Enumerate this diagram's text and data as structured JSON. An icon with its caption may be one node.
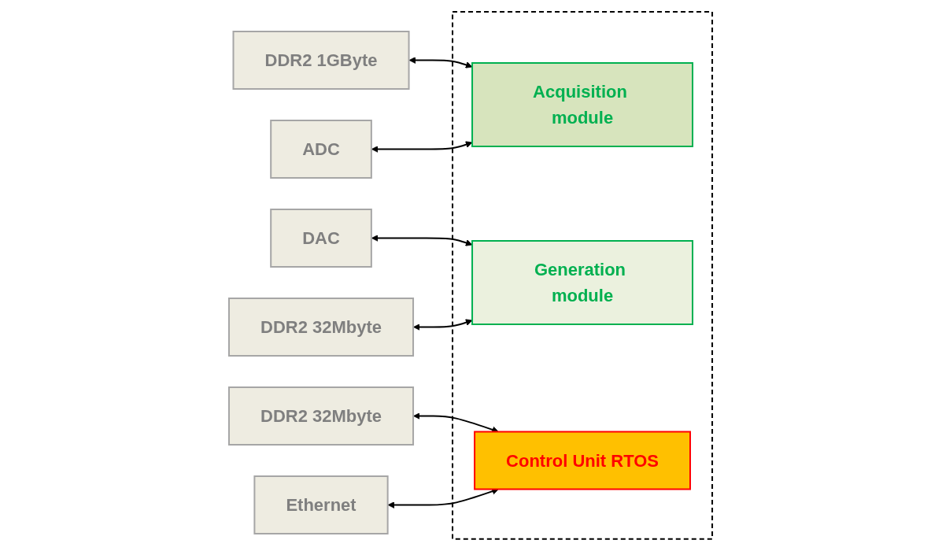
{
  "diagram": {
    "nodes": [
      {
        "text": [
          "DDR2 1GByte"
        ]
      },
      {
        "text": [
          "ADC"
        ]
      },
      {
        "text": [
          "DAC"
        ]
      },
      {
        "text": [],
        "shape": "box"
      },
      {
        "text": [
          "Acquisition module"
        ],
        "in": 3
      },
      {
        "text": [
          "Generation module"
        ],
        "in": 3
      },
      {
        "text": [
          "Control Unit RTOS"
        ],
        "in": 3
      },
      {
        "text": [
          "DDR2 32Mbyte"
        ]
      },
      {
        "text": [
          "Ethernet"
        ]
      },
      {
        "text": [
          "DDR2 32Mbyte"
        ]
      }
    ],
    "edges": [
      {
        "from": 0,
        "to": 4,
        "arrow": "both"
      },
      {
        "from": 1,
        "to": 4,
        "arrow": "both"
      },
      {
        "from": 2,
        "to": 5,
        "arrow": "both"
      },
      {
        "from": 9,
        "to": 5,
        "arrow": "both"
      },
      {
        "from": 7,
        "to": 6,
        "arrow": "both"
      },
      {
        "from": 8,
        "to": 6,
        "arrow": "both"
      }
    ]
  }
}
